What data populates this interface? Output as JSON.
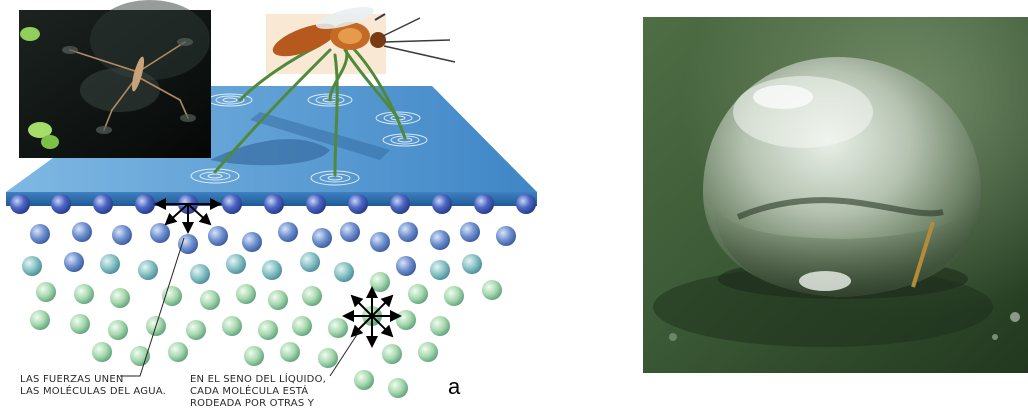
{
  "diagram": {
    "caption_surface": {
      "line1": "LAS FUERZAS UNEN",
      "line2": "LAS MOLÉCULAS DEL AGUA."
    },
    "caption_bulk": {
      "line1": "EN EL SENO DEL LÍQUIDO,",
      "line2": "CADA MOLÉCULA ESTÁ",
      "line3": "RODEADA POR OTRAS Y"
    },
    "panel_label": "a",
    "colors": {
      "surface_top": "#5a9fd4",
      "surface_edge": "#2f6fb0",
      "surface_molecule": "#3b56b5",
      "bulk_molecule_blue": "#5c7fc4",
      "bulk_molecule_green": "#9fd3a8",
      "arrow": "#000000"
    },
    "inset_photo": "water-strider",
    "insect": "mosquito"
  },
  "photo": {
    "subject": "water-droplet-on-leaf",
    "colors": {
      "leaf_dark": "#2f4a2c",
      "leaf_mid": "#4f6e45",
      "drop_highlight": "#dfe7df"
    }
  }
}
